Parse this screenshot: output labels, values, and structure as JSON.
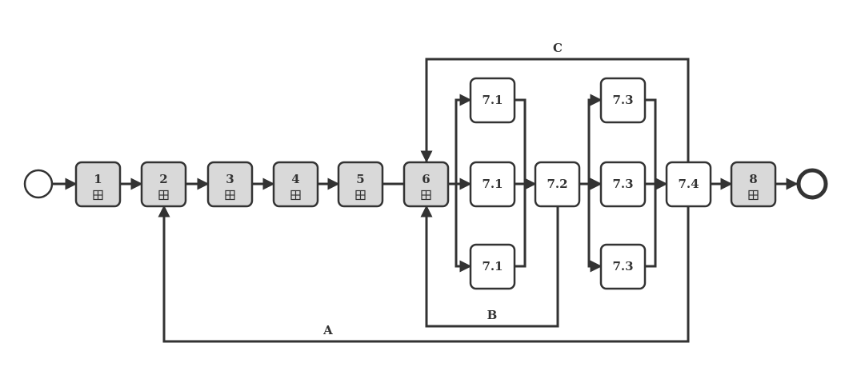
{
  "colors": {
    "line": "#333333",
    "subprocess_fill": "#d9d9d9",
    "task_fill": "#ffffff",
    "background": "#ffffff"
  },
  "events": {
    "start": {
      "type": "start-event"
    },
    "end": {
      "type": "end-event"
    }
  },
  "tasks": [
    {
      "id": "n1",
      "label": "1",
      "subprocess": true
    },
    {
      "id": "n2",
      "label": "2",
      "subprocess": true
    },
    {
      "id": "n3",
      "label": "3",
      "subprocess": true
    },
    {
      "id": "n4",
      "label": "4",
      "subprocess": true
    },
    {
      "id": "n5",
      "label": "5",
      "subprocess": true
    },
    {
      "id": "n6",
      "label": "6",
      "subprocess": true
    },
    {
      "id": "n71a",
      "label": "7.1",
      "subprocess": false
    },
    {
      "id": "n71b",
      "label": "7.1",
      "subprocess": false
    },
    {
      "id": "n71c",
      "label": "7.1",
      "subprocess": false
    },
    {
      "id": "n72",
      "label": "7.2",
      "subprocess": false
    },
    {
      "id": "n73a",
      "label": "7.3",
      "subprocess": false
    },
    {
      "id": "n73b",
      "label": "7.3",
      "subprocess": false
    },
    {
      "id": "n73c",
      "label": "7.3",
      "subprocess": false
    },
    {
      "id": "n74",
      "label": "7.4",
      "subprocess": false
    },
    {
      "id": "n8",
      "label": "8",
      "subprocess": true
    }
  ],
  "loops": {
    "a": {
      "label": "A",
      "from": "7.4",
      "to": "2"
    },
    "b": {
      "label": "B",
      "from": "7.2",
      "to": "6"
    },
    "c": {
      "label": "C",
      "from": "7.4",
      "to": "6"
    }
  },
  "subprocess_marker_icon": "plus-box-icon"
}
